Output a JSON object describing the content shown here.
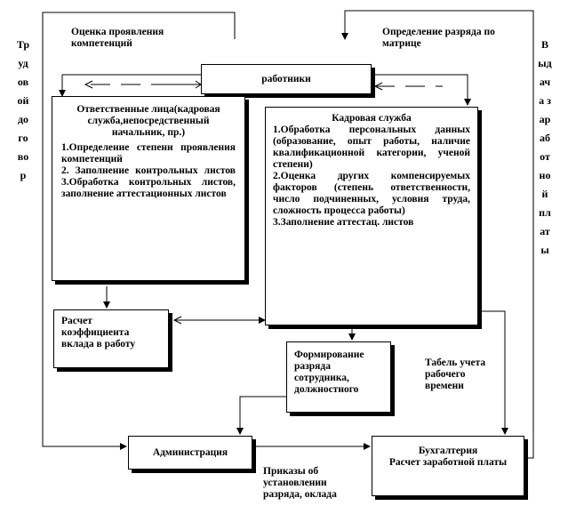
{
  "labels": {
    "top_left": "Оценка проявления компетенций",
    "top_right": "Определение разряда по матрице",
    "left_vertical": "Трудовой договор",
    "right_vertical": "Выдача заработной платы",
    "tabel": "Табель учета рабочего времени",
    "orders": "Приказы об установлении разряда, оклада"
  },
  "boxes": {
    "workers": "работники",
    "responsible": {
      "title": "Ответственные лица(кадровая служба,непосредственный начальник, пр.)",
      "items": [
        "1.Определение степени проявления компетенций",
        "2. Заполнение контрольных листов 3.Обработка контрольных листов, заполнение аттестационных листов"
      ]
    },
    "hr": {
      "title": "Кадровая служба",
      "items": [
        "1.Обработка персональных данных (образование, опыт работы, наличие квалификационной категории, ученой степени)",
        "2.Оценка других компенсируемых факторов (степень ответственности, число подчиненных, условия труда, сложность процесса работы)",
        "3.Заполнение аттестац. листов"
      ]
    },
    "coefficient": "Расчет коэффициента вклада в работу",
    "formation": "Формирование разряда сотрудника, должностного",
    "administration": "Администрация",
    "accounting": {
      "title": "Бухгалтерия",
      "subtitle": "Расчет заработной платы"
    }
  }
}
